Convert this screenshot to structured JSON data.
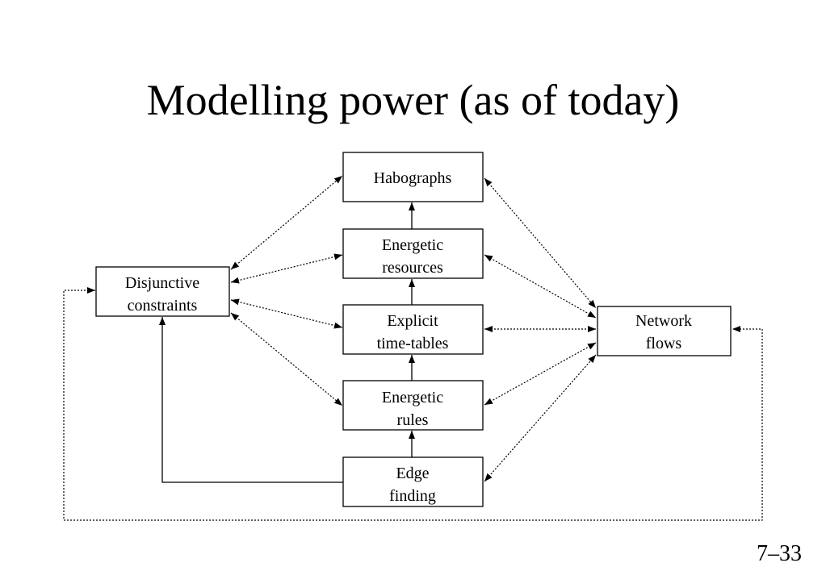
{
  "slide": {
    "title": "Modelling power (as of today)",
    "page_number": "7–33"
  },
  "diagram": {
    "nodes": {
      "habographs": [
        "Habographs"
      ],
      "energetic_resources": [
        "Energetic",
        "resources"
      ],
      "explicit_timetables": [
        "Explicit",
        "time-tables"
      ],
      "energetic_rules": [
        "Energetic",
        "rules"
      ],
      "edge_finding": [
        "Edge",
        "finding"
      ],
      "disjunctive_constraints": [
        "Disjunctive",
        "constraints"
      ],
      "network_flows": [
        "Network",
        "flows"
      ]
    }
  }
}
